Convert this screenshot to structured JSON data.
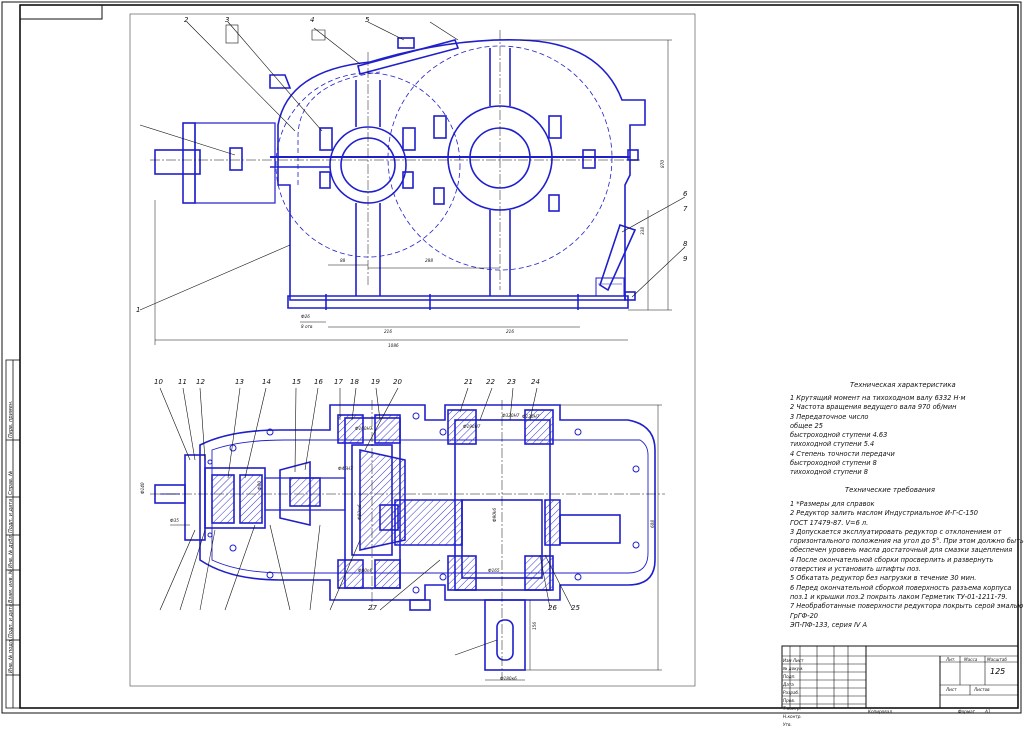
{
  "drawing": {
    "tech_char_title": "Техническая характеристика",
    "tech_char_lines": [
      "1  Крутящий момент на тихоходном валу 6332 Н·м",
      "2  Частота вращения ведущего вала     970 об/мин",
      "3  Передаточное число",
      "      общее                                    25",
      "      быстроходной ступени              4.63",
      "      тихоходной ступени                  5.4",
      "4  Степень точности передачи",
      "      быстроходной ступени                    8",
      "      тихоходной ступени                      8"
    ],
    "tech_req_title": "Технические требования",
    "tech_req_lines": [
      "1  *Размеры для справок",
      "2  Редуктор залить маслом Индустриальное И-Г-С-150",
      "ГОСТ 17479-87. V=6 л.",
      "3  Допускается эксплуатировать редуктор с отклонением от",
      "горизонтального положения на угол до 5°. При этом должно быть",
      "обеспечен уровень масла достаточный для смазки зацепления",
      "4  После окончательной сборки просверлить и развернуть",
      "отверстия и установить штифты поз.",
      "5  Обкатать редуктор без нагрузки в течение 30 мин.",
      "6  Перед окончательной сборкой поверхность разъема корпуса",
      "поз.1 и крышки поз.2 покрыть лаком Герметик ТУ-01-1211-79.",
      "7  Необработанные поверхности редуктора покрыть серой эмалью",
      "              ГрГФ-20",
      "ЭП-ПФ-133, серия IV А"
    ],
    "callouts_top": [
      "2",
      "3",
      "4",
      "5",
      "6",
      "7",
      "8",
      "9",
      "1"
    ],
    "callouts_plan": [
      "10",
      "11",
      "12",
      "13",
      "14",
      "15",
      "16",
      "17",
      "18",
      "19",
      "20",
      "21",
      "22",
      "23",
      "24",
      "25",
      "26",
      "27"
    ],
    "dims_top": [
      "870",
      "338",
      "1086",
      "216",
      "216",
      "88",
      "288",
      "Ф26",
      "8 отв"
    ],
    "dims_plan": [
      "608",
      "Ф180к6",
      "Ф140",
      "Ф35",
      "Ф80",
      "Ф80m6",
      "Ф160H7",
      "Ф45H7",
      "Ф190H7",
      "Ф90k6",
      "Ф320H7",
      "Ф120H7",
      "Ф165",
      "Ф80n6",
      "156"
    ],
    "stamp": {
      "sheet_no": "125",
      "scale_label": "Масштаб",
      "lit_label": "Лит.",
      "mass_label": "Масса",
      "sheet_label": "Лист",
      "sheets_label": "Листов",
      "copied": "Копировал",
      "format": "Формат",
      "format_value": "A1",
      "rows": [
        "Изм Лист",
        "№ докум.",
        "Подп.",
        "Дата",
        "Разраб.",
        "Пров.",
        "Т.контр.",
        "Н.контр.",
        "Утв."
      ]
    },
    "side_strip": [
      "Перв. примен.",
      "Справ. №",
      "Подп. и дата",
      "Инв. № дубл.",
      "Взам. инв. №",
      "Подп. и дата",
      "Инв. № подл."
    ],
    "colors": {
      "outline": "#1f1fcc",
      "black": "#111111",
      "hatch": "#1f1fcc"
    }
  }
}
